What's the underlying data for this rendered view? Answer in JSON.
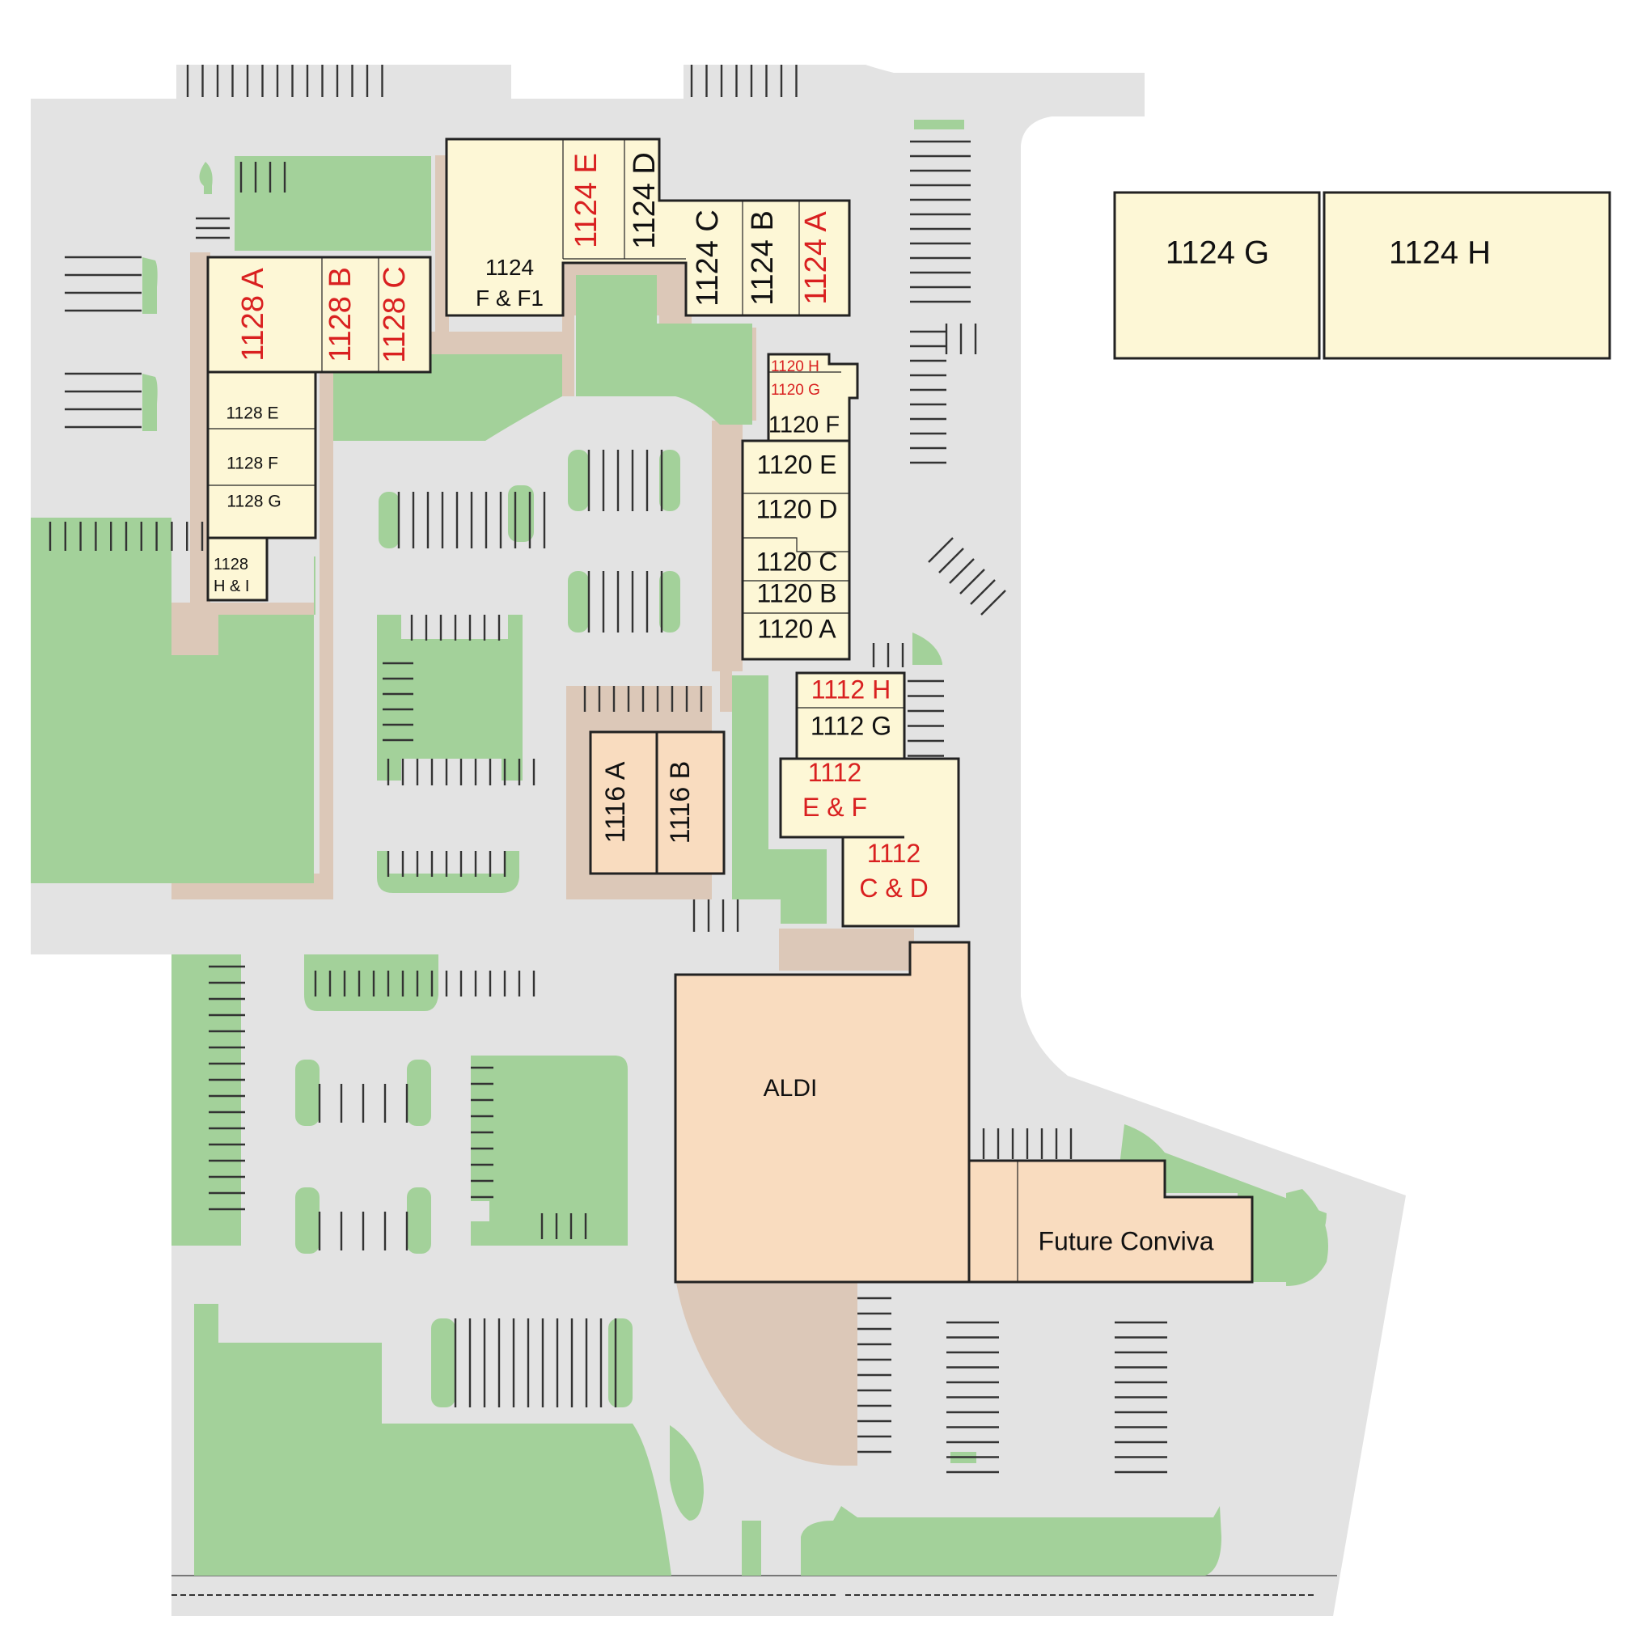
{
  "colors": {
    "pavement": "#e3e3e3",
    "green": "#a3d19a",
    "sidewalk": "#dcc8b8",
    "building_yellow": "#fdf7d6",
    "building_orange": "#f9dcbf",
    "outline": "#222222",
    "text_available": "#d92020",
    "text_leased": "#111111",
    "stripe": "#333333"
  },
  "units": [
    {
      "id": "1124_G",
      "label": "1124 G",
      "status": "leased"
    },
    {
      "id": "1124_H",
      "label": "1124 H",
      "status": "leased"
    },
    {
      "id": "1128_A",
      "label": "1128 A",
      "status": "available"
    },
    {
      "id": "1128_B",
      "label": "1128 B",
      "status": "available"
    },
    {
      "id": "1128_C",
      "label": "1128 C",
      "status": "available"
    },
    {
      "id": "1128_E",
      "label": "1128 E",
      "status": "leased"
    },
    {
      "id": "1128_F",
      "label": "1128 F",
      "status": "leased"
    },
    {
      "id": "1128_G",
      "label": "1128 G",
      "status": "leased"
    },
    {
      "id": "1128_HI",
      "label": "1128\nH & I",
      "status": "leased"
    },
    {
      "id": "1124_F",
      "label": "1124\nF & F1",
      "status": "leased"
    },
    {
      "id": "1124_E",
      "label": "1124 E",
      "status": "available"
    },
    {
      "id": "1124_D",
      "label": "1124 D",
      "status": "leased"
    },
    {
      "id": "1124_C",
      "label": "1124 C",
      "status": "leased"
    },
    {
      "id": "1124_B",
      "label": "1124 B",
      "status": "leased"
    },
    {
      "id": "1124_A",
      "label": "1124 A",
      "status": "available"
    },
    {
      "id": "1120_H",
      "label": "1120 H",
      "status": "available"
    },
    {
      "id": "1120_G",
      "label": "1120 G",
      "status": "available"
    },
    {
      "id": "1120_F",
      "label": "1120 F",
      "status": "leased"
    },
    {
      "id": "1120_E",
      "label": "1120 E",
      "status": "leased"
    },
    {
      "id": "1120_D",
      "label": "1120 D",
      "status": "leased"
    },
    {
      "id": "1120_C",
      "label": "1120 C",
      "status": "leased"
    },
    {
      "id": "1120_B",
      "label": "1120 B",
      "status": "leased"
    },
    {
      "id": "1120_A",
      "label": "1120 A",
      "status": "leased"
    },
    {
      "id": "1116_A",
      "label": "1116 A",
      "status": "leased"
    },
    {
      "id": "1116_B",
      "label": "1116 B",
      "status": "leased"
    },
    {
      "id": "1112_H",
      "label": "1112 H",
      "status": "available"
    },
    {
      "id": "1112_G",
      "label": "1112 G",
      "status": "leased"
    },
    {
      "id": "1112_EF",
      "label": "1112\nE & F",
      "status": "available"
    },
    {
      "id": "1112_CD",
      "label": "1112\nC & D",
      "status": "available"
    },
    {
      "id": "ALDI",
      "label": "ALDI",
      "status": "leased"
    },
    {
      "id": "Conviva",
      "label": "Future Conviva",
      "status": "leased"
    }
  ]
}
